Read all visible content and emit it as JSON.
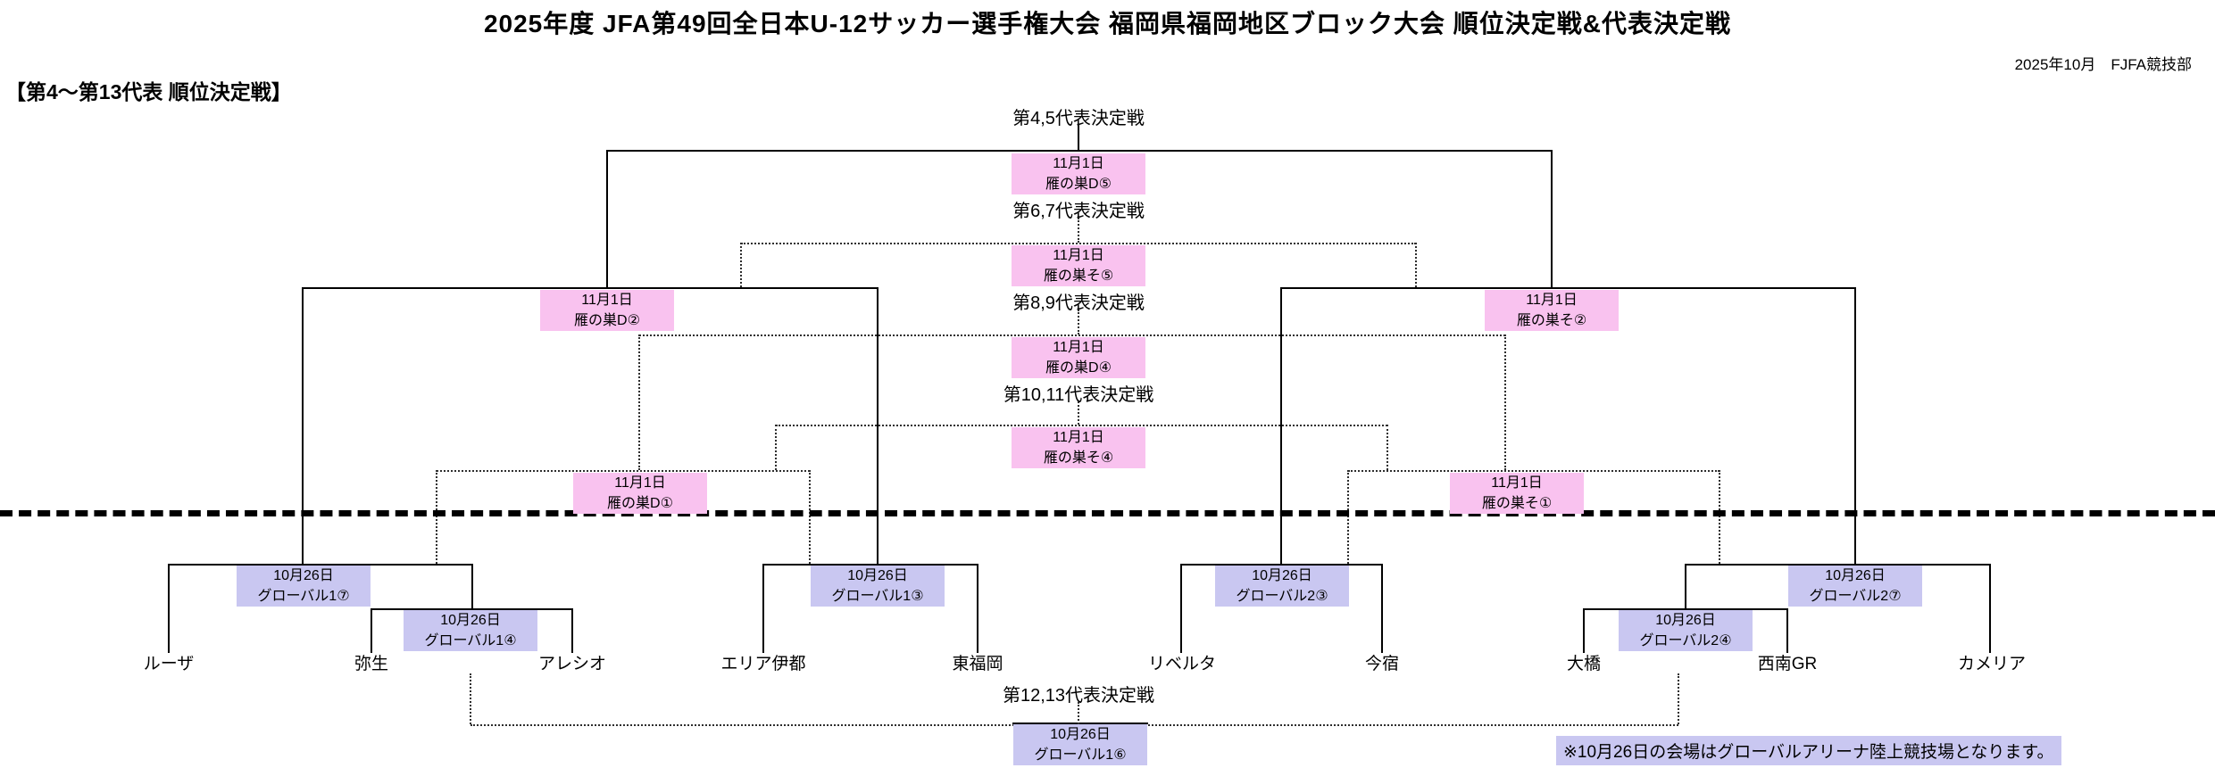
{
  "header": {
    "title": "2025年度 JFA第49回全日本U-12サッカー選手権大会 福岡県福岡地区ブロック大会 順位決定戦&代表決定戦",
    "date_credit": "2025年10月　FJFA競技部",
    "section_label": "【第4～第13代表 順位決定戦】"
  },
  "colors": {
    "pink_match_box": "#f9c2ef",
    "purple_match_box": "#c9c7f1",
    "note_highlight": "#c9c7f1"
  },
  "rounds": {
    "final_4_5": "第4,5代表決定戦",
    "final_6_7": "第6,7代表決定戦",
    "final_8_9": "第8,9代表決定戦",
    "final_10_11": "第10,11代表決定戦",
    "final_12_13": "第12,13代表決定戦"
  },
  "matches": {
    "gannosu_d5": {
      "date": "11月1日",
      "venue": "雁の巣D⑤"
    },
    "gannosu_so5": {
      "date": "11月1日",
      "venue": "雁の巣そ⑤"
    },
    "gannosu_d4": {
      "date": "11月1日",
      "venue": "雁の巣D④"
    },
    "gannosu_so4": {
      "date": "11月1日",
      "venue": "雁の巣そ④"
    },
    "gannosu_d2": {
      "date": "11月1日",
      "venue": "雁の巣D②"
    },
    "gannosu_so2": {
      "date": "11月1日",
      "venue": "雁の巣そ②"
    },
    "gannosu_d1": {
      "date": "11月1日",
      "venue": "雁の巣D①"
    },
    "gannosu_so1": {
      "date": "11月1日",
      "venue": "雁の巣そ①"
    },
    "global1_7": {
      "date": "10月26日",
      "venue": "グローバル1⑦"
    },
    "global1_4": {
      "date": "10月26日",
      "venue": "グローバル1④"
    },
    "global1_3": {
      "date": "10月26日",
      "venue": "グローバル1③"
    },
    "global2_3": {
      "date": "10月26日",
      "venue": "グローバル2③"
    },
    "global2_7": {
      "date": "10月26日",
      "venue": "グローバル2⑦"
    },
    "global2_4": {
      "date": "10月26日",
      "venue": "グローバル2④"
    },
    "global1_6": {
      "date": "10月26日",
      "venue": "グローバル1⑥"
    }
  },
  "teams": [
    "ルーザ",
    "弥生",
    "アレシオ",
    "エリア伊都",
    "東福岡",
    "リベルタ",
    "今宿",
    "大橋",
    "西南GR",
    "カメリア"
  ],
  "note": "※10月26日の会場はグローバルアリーナ陸上競技場となります。"
}
